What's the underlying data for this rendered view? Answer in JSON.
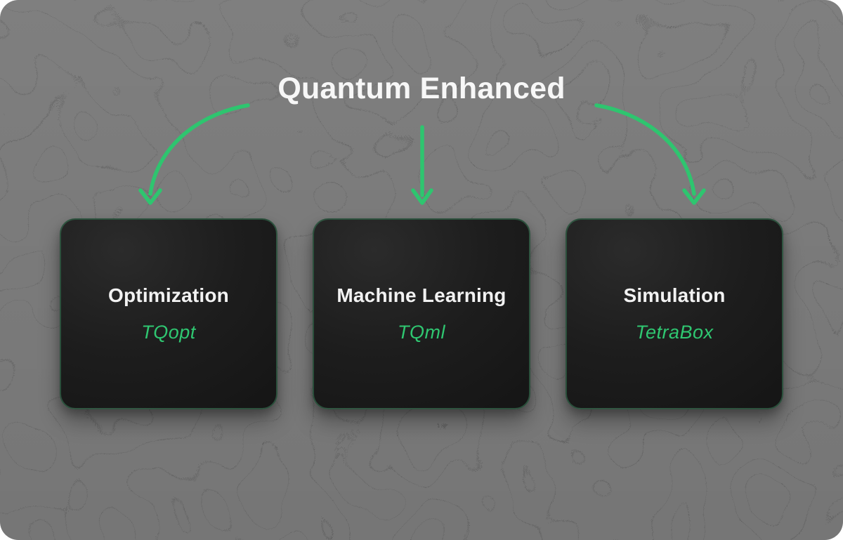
{
  "canvas": {
    "background_color": "#7b7b7b",
    "page_color": "#ffffff",
    "texture": "topographic-contours"
  },
  "diagram": {
    "title": "Quantum Enhanced",
    "title_color": "#f7f7f7",
    "accent_color": "#2ec56f",
    "card_background_color": "#1c1c1c",
    "card_border_color": "#3a7d5a",
    "product_color": "#2fc771",
    "nodes": [
      {
        "label": "Optimization",
        "product": "TQopt"
      },
      {
        "label": "Machine Learning",
        "product": "TQml"
      },
      {
        "label": "Simulation",
        "product": "TetraBox"
      }
    ],
    "arrow_icons": [
      "curved-arrow-left-icon",
      "down-arrow-icon",
      "curved-arrow-right-icon"
    ]
  }
}
